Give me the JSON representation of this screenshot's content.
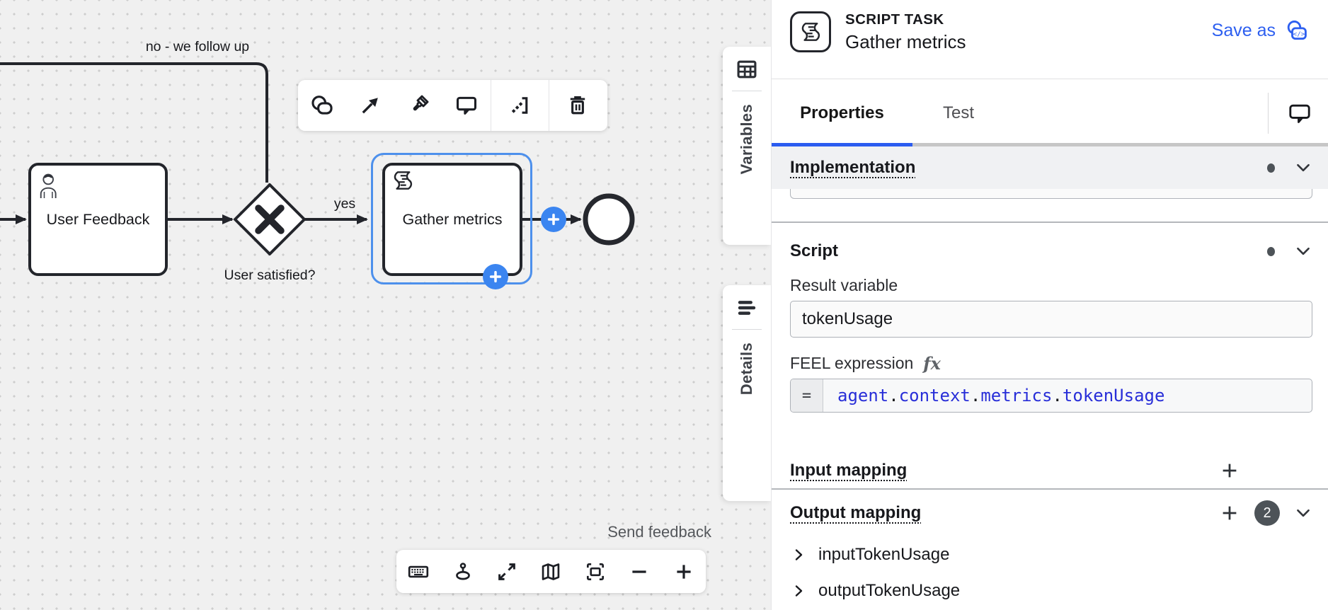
{
  "canvas": {
    "edge_labels": {
      "no": "no - we follow up",
      "yes": "yes",
      "question": "User satisfied?"
    },
    "user_task_label": "User Feedback",
    "script_task_label": "Gather metrics",
    "send_feedback_label": "Send feedback"
  },
  "side_tabs": {
    "variables_label": "Variables",
    "details_label": "Details"
  },
  "panel": {
    "header": {
      "type": "SCRIPT TASK",
      "name": "Gather metrics",
      "save_as_label": "Save as"
    },
    "tabs": {
      "properties": "Properties",
      "test": "Test"
    },
    "implementation": {
      "title": "Implementation"
    },
    "script": {
      "title": "Script",
      "result_variable_label": "Result variable",
      "result_variable_value": "tokenUsage",
      "feel_label": "FEEL expression",
      "fx_label": "fx",
      "prefix": "=",
      "feel_expression": "agent.context.metrics.tokenUsage"
    },
    "input_mapping": {
      "title": "Input mapping"
    },
    "output_mapping": {
      "title": "Output mapping",
      "count": "2",
      "items": [
        "inputTokenUsage",
        "outputTokenUsage"
      ]
    }
  },
  "colors": {
    "accent_blue": "#2d5ff0",
    "selection_blue": "#4d90ec",
    "plus_button_blue": "#3b85f0",
    "feel_token_blue": "#282ed8",
    "badge_gray": "#4d5358"
  }
}
